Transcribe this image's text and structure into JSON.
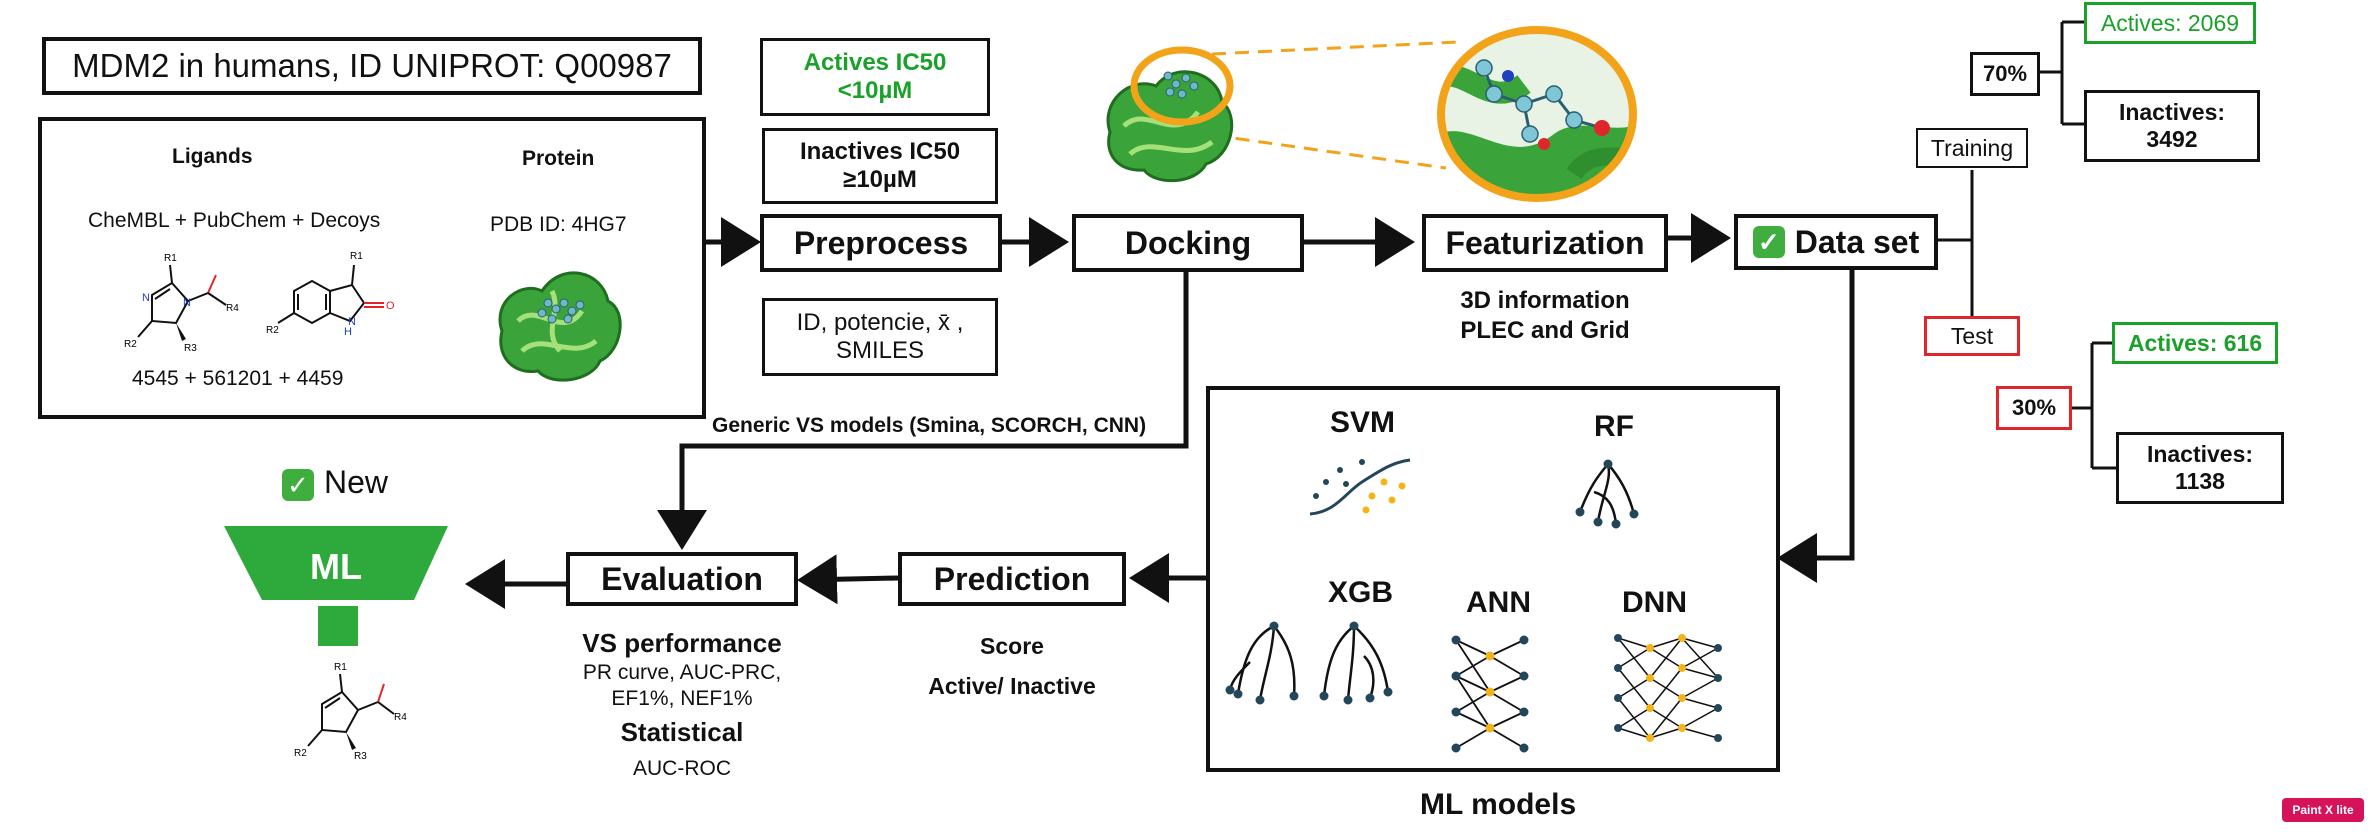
{
  "title": "MDM2 in  humans, ID UNIPROT: Q00987",
  "input_panel": {
    "ligands_heading": "Ligands",
    "protein_heading": "Protein",
    "ligand_sources": "CheMBL + PubChem + Decoys",
    "pdb_id": "PDB ID: 4HG7",
    "counts": "4545 + 561201 + 4459",
    "r_labels": [
      "R1",
      "R2",
      "R3",
      "R4",
      "R1",
      "R2",
      "H",
      "O",
      "N",
      "N",
      "N"
    ]
  },
  "actives_ic50": [
    "Actives IC50",
    "<10µM"
  ],
  "inactives_ic50": [
    "Inactives IC50",
    "≥10µM"
  ],
  "preprocess": "Preprocess",
  "preprocess_fields": [
    "ID, potencie, x̄ ,",
    "SMILES"
  ],
  "docking": "Docking",
  "featurization": "Featurization",
  "featurization_info": [
    "3D information",
    "PLEC and Grid"
  ],
  "dataset": "Data set",
  "split": {
    "training": "Training",
    "test": "Test",
    "train_pct": "70%",
    "test_pct": "30%",
    "train_actives": "Actives: 2069",
    "train_inactives": [
      "Inactives:",
      "3492"
    ],
    "test_actives": "Actives: 616",
    "test_inactives": [
      "Inactives:",
      "1138"
    ]
  },
  "generic_models": "Generic VS models (Smina, SCORCH, CNN)",
  "ml_models": {
    "caption": "ML models",
    "svm": "SVM",
    "rf": "RF",
    "xgb": "XGB",
    "ann": "ANN",
    "dnn": "DNN"
  },
  "prediction": "Prediction",
  "prediction_info": [
    "Score",
    "Active/ Inactive"
  ],
  "evaluation": "Evaluation",
  "evaluation_info": {
    "vs_heading": "VS performance",
    "vs_lines": [
      "PR curve, AUC-PRC,",
      "EF1%, NEF1%"
    ],
    "stat_heading": "Statistical",
    "stat_line": "AUC-ROC"
  },
  "new_ml": {
    "label": "New",
    "funnel": "ML"
  },
  "watermark": "Paint X lite",
  "colors": {
    "green": "#1aa12a",
    "red": "#e0262b",
    "orange": "#f2a31a",
    "protein_green": "#2f9e2f",
    "node_dark": "#24465a",
    "node_yellow": "#f2b418"
  }
}
